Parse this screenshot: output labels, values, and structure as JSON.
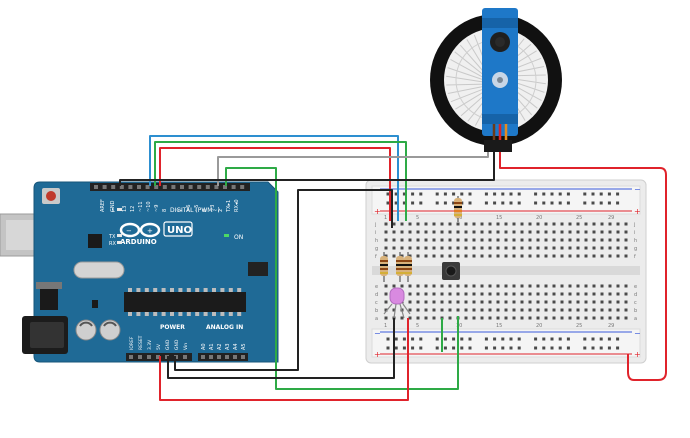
{
  "arduino": {
    "brand": "ARDUINO",
    "model": "UNO",
    "digital_label": "DIGITAL (PWM~)",
    "power_label": "POWER",
    "analog_label": "ANALOG IN",
    "on_label": "ON",
    "tx_label": "TX",
    "rx_label": "RX",
    "l_label": "L",
    "aref_label": "AREF",
    "gnd_label": "GND",
    "digital_pins": [
      "13",
      "12",
      "~11",
      "~10",
      "~9",
      "8",
      "7",
      "~6",
      "~5",
      "4",
      "~3",
      "2",
      "TX▸1",
      "RX◂0"
    ],
    "power_pins": [
      "IOREF",
      "RESET",
      "3.3V",
      "5V",
      "GND",
      "GND",
      "Vin"
    ],
    "analog_pins": [
      "A0",
      "A1",
      "A2",
      "A3",
      "A4",
      "A5"
    ]
  },
  "breadboard": {
    "columns_top": [
      "1",
      "5",
      "10",
      "15",
      "20",
      "25",
      "29"
    ],
    "columns_bottom": [
      "1",
      "5",
      "10",
      "15",
      "20",
      "25",
      "29"
    ],
    "rows_top": [
      "j",
      "i",
      "h",
      "g",
      "f"
    ],
    "rows_bottom": [
      "e",
      "d",
      "c",
      "b",
      "a"
    ],
    "plus": "+",
    "minus": "−"
  },
  "colors": {
    "board": "#1f6a96",
    "wire_red": "#e0232b",
    "wire_black": "#222222",
    "wire_green": "#2eaa46",
    "wire_blue": "#2d8fd0",
    "wire_gray": "#9a9a9a",
    "servo_body": "#1e78c8",
    "breadboard": "#e9e9e9"
  }
}
